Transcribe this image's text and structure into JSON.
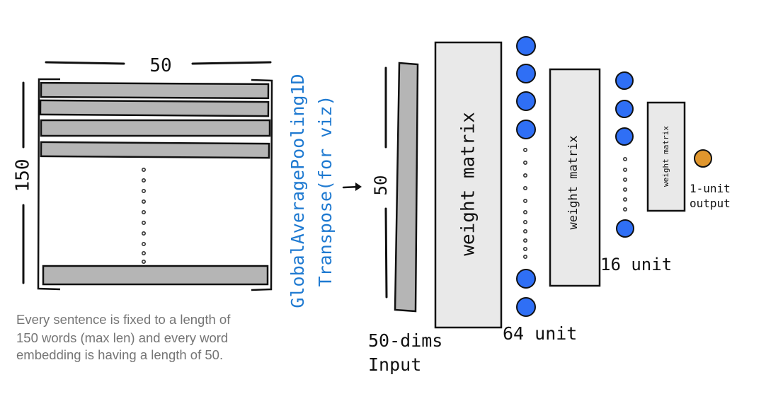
{
  "embedding": {
    "width_label": "50",
    "height_label": "150",
    "caption_lines": [
      "Every sentence is fixed to a length of",
      "150 words (max len) and every word",
      "embedding is having a length of 50."
    ]
  },
  "pooling": {
    "line1": "GlobalAveragePooling1D",
    "line2": "Transpose(for viz)"
  },
  "input_vector": {
    "dim_label": "50",
    "caption_line1": "50-dims",
    "caption_line2": "Input"
  },
  "weights": {
    "w1": "weight matrix",
    "w2": "weight matrix",
    "w3": "weight matrix"
  },
  "layers": {
    "hidden1_label": "64 unit",
    "hidden2_label": "16 unit",
    "output_label_line1": "1-unit",
    "output_label_line2": "output"
  },
  "colors": {
    "neuron": "#2f6ff5",
    "output_neuron": "#e0962d",
    "pooling_text": "#1f7ad1",
    "bar_fill": "#b5b5b5",
    "matrix_fill": "#e9e9e9",
    "caption": "#757575"
  }
}
